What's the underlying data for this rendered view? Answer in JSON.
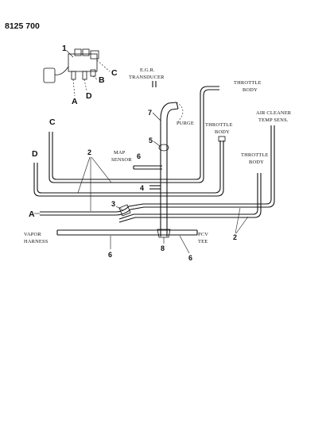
{
  "figure_code": "8125 700",
  "callouts": {
    "n1": "1",
    "n2a": "2",
    "n2b": "2",
    "n3": "3",
    "n4": "4",
    "n5": "5",
    "n6a": "6",
    "n6b": "6",
    "n6c": "6",
    "n7": "7",
    "n8": "8",
    "lA": "A",
    "lB": "B",
    "lC": "C",
    "lD": "D",
    "eC": "C",
    "eD": "D",
    "eA": "A"
  },
  "labels": {
    "egr_1": "E.G.R.",
    "egr_2": "TRANSDUCER",
    "throttle_body_top_1": "THROTTLE",
    "throttle_body_top_2": "BODY",
    "air_cleaner_1": "AIR CLEANER",
    "air_cleaner_2": "TEMP SENS.",
    "purge": "PURGE",
    "throttle_body_mid_1": "THROTTLE",
    "throttle_body_mid_2": "BODY",
    "map_sensor_1": "MAP",
    "map_sensor_2": "SENSOR",
    "throttle_body_right_1": "THROTTLE",
    "throttle_body_right_2": "BODY",
    "vapor_harness_1": "VAPOR",
    "vapor_harness_2": "HARNESS",
    "pcv_tee_1": "PCV",
    "pcv_tee_2": "TEE"
  }
}
